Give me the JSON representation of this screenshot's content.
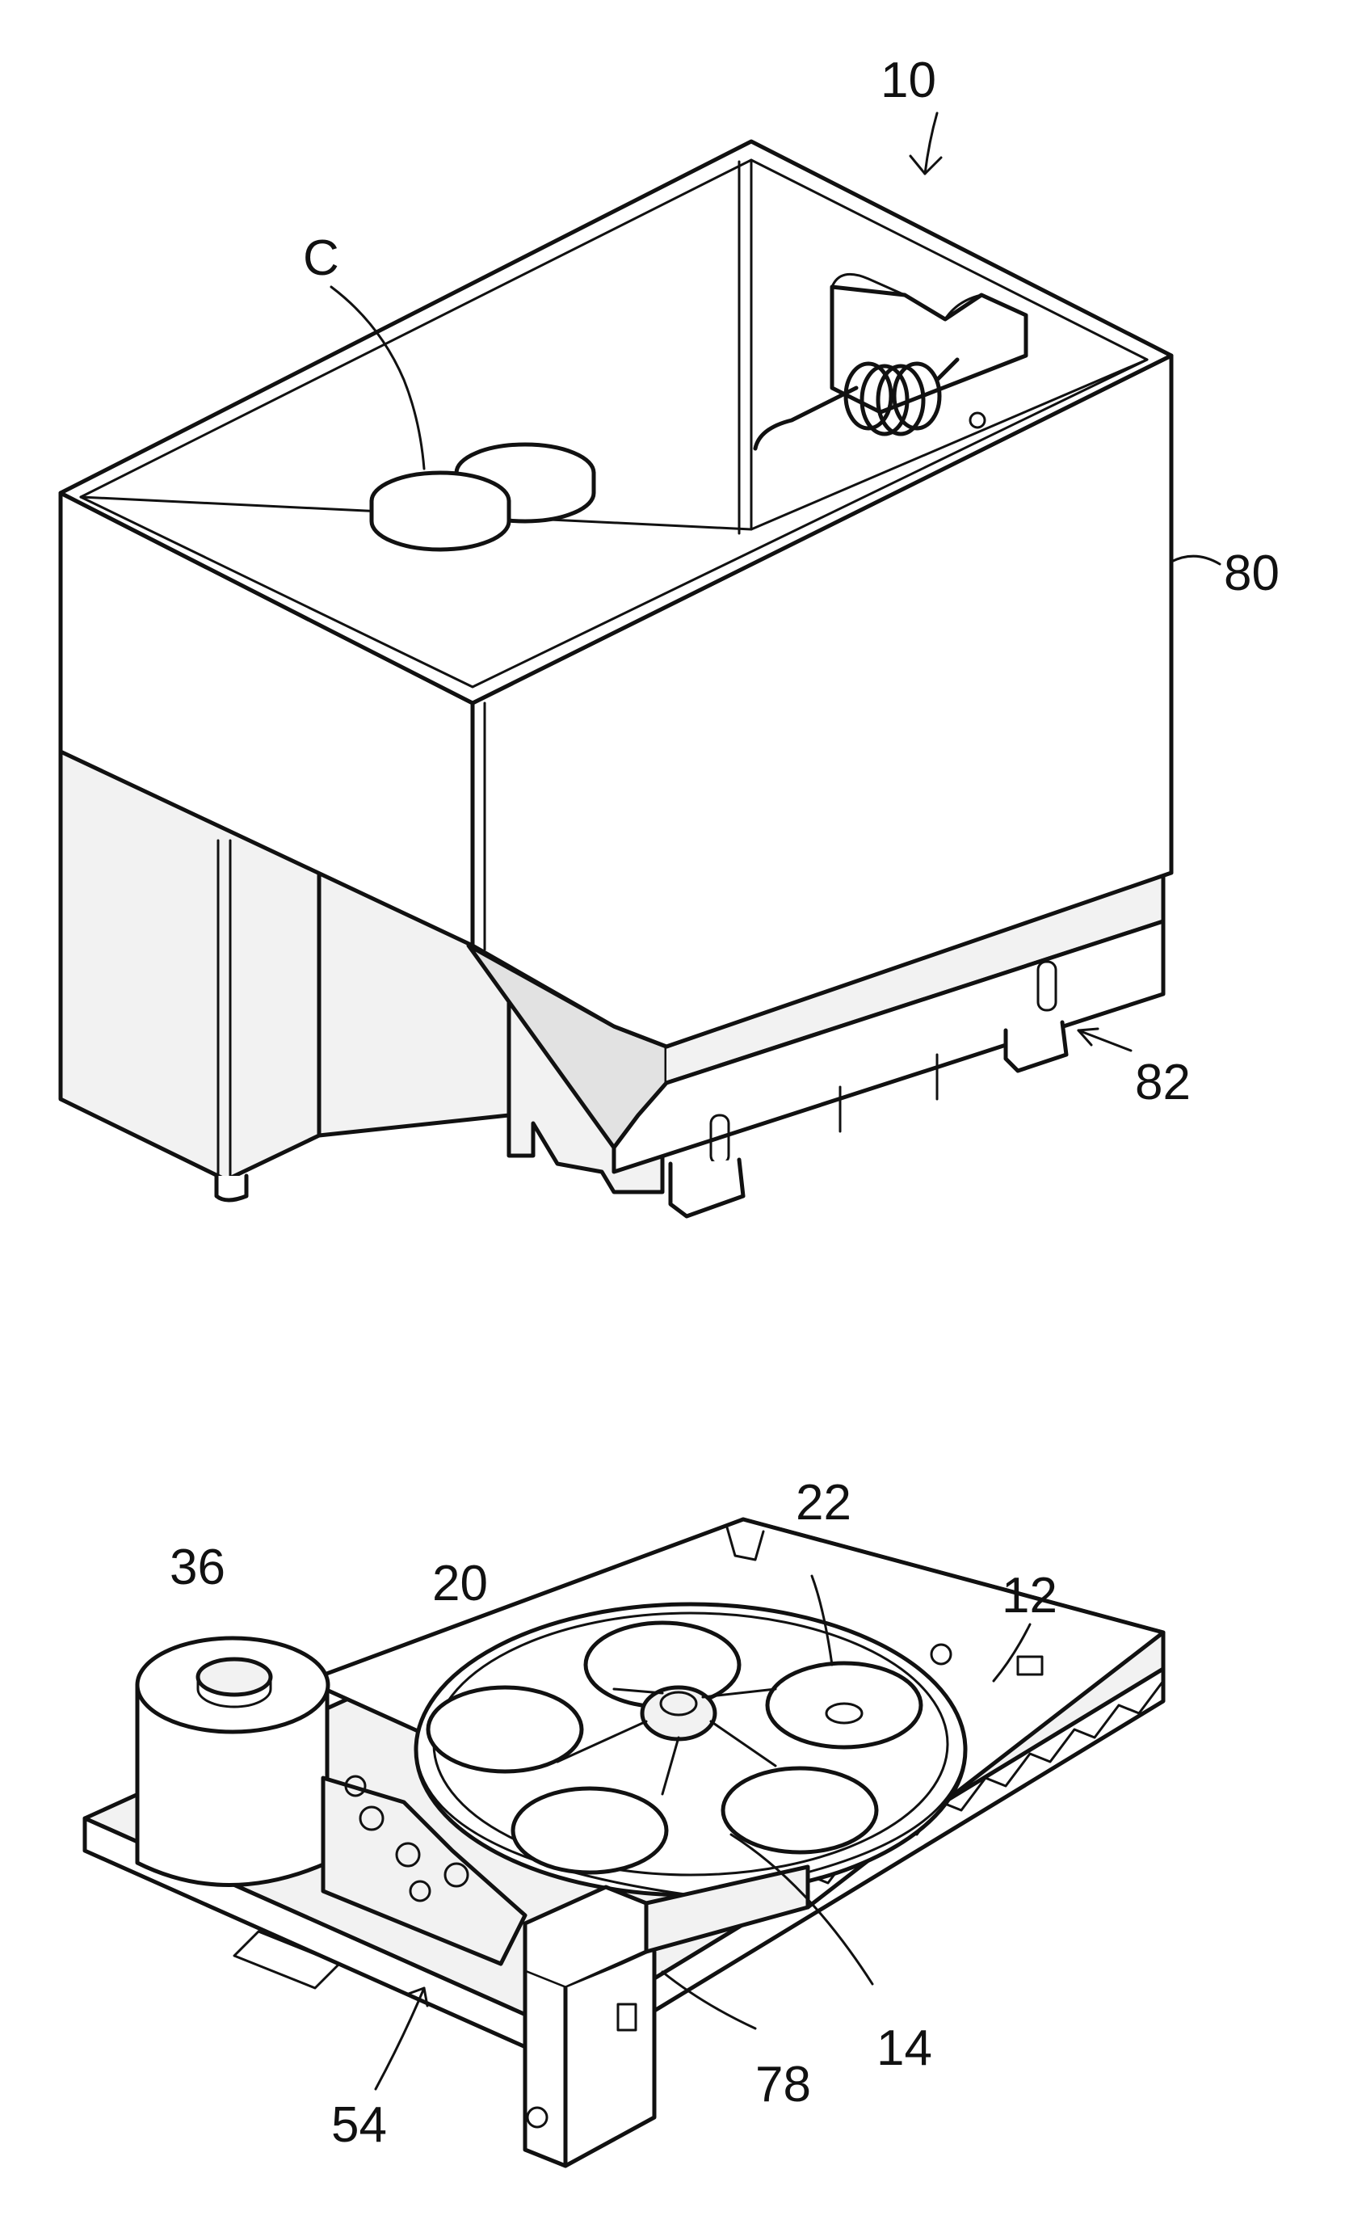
{
  "labels": {
    "assembly": "10",
    "coins": "C",
    "hopper": "80",
    "hopper_base": "82",
    "motor": "36",
    "rotary_disk": "20",
    "pocket": "22",
    "base_plate": "12",
    "guide": "14",
    "mechanism": "54",
    "outlet": "78"
  },
  "colors": {
    "line": "#111111",
    "paper": "#ffffff",
    "shade": "#e2e2e2"
  }
}
